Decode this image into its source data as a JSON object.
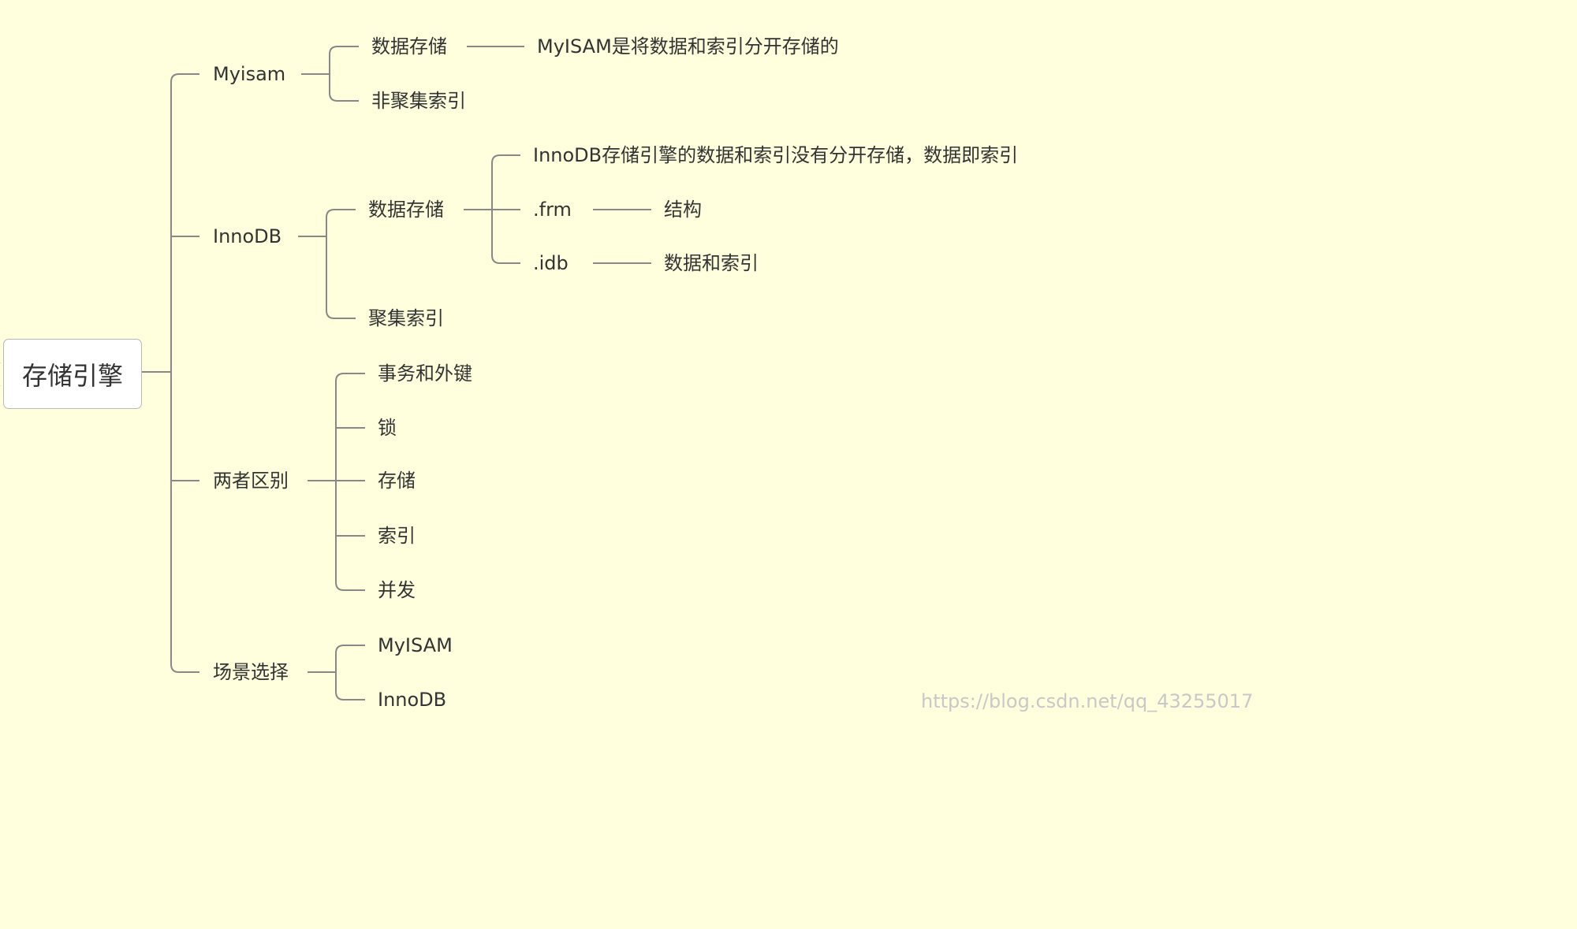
{
  "root": {
    "label": "存储引擎"
  },
  "level1": {
    "myisam": "Myisam",
    "innodb": "InnoDB",
    "difference": "两者区别",
    "scenario": "场景选择"
  },
  "myisam": {
    "storage": "数据存储",
    "storage_desc": "MyISAM是将数据和索引分开存储的",
    "nonclustered": "非聚集索引"
  },
  "innodb": {
    "storage": "数据存储",
    "storage_desc": "InnoDB存储引擎的数据和索引没有分开存储，数据即索引",
    "frm": ".frm",
    "frm_desc": "结构",
    "idb": ".idb",
    "idb_desc": "数据和索引",
    "clustered": "聚集索引"
  },
  "difference": {
    "items": [
      "事务和外键",
      "锁",
      "存储",
      "索引",
      "并发"
    ]
  },
  "scenario": {
    "items": [
      "MyISAM",
      "InnoDB"
    ]
  },
  "watermark": "https://blog.csdn.net/qq_43255017",
  "colors": {
    "background": "#ffffdd",
    "line": "#888888",
    "text": "#333333",
    "root_fill": "#ffffff"
  }
}
